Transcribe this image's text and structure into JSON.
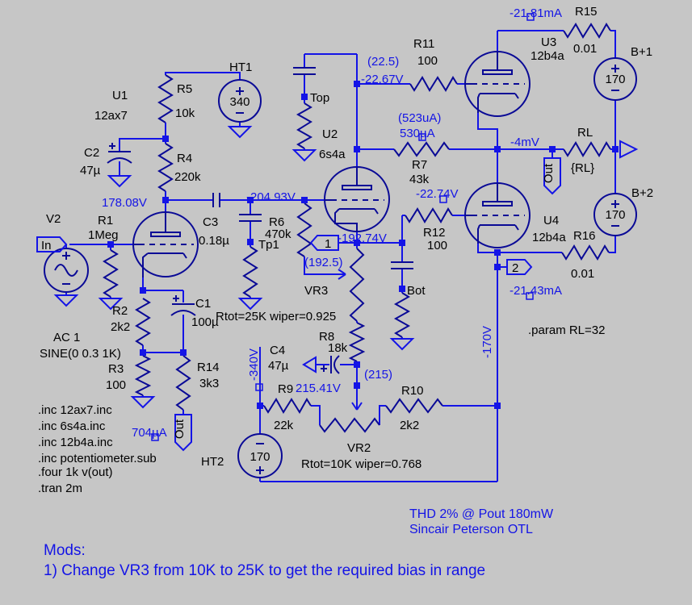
{
  "colors": {
    "background": "#c6c6c6",
    "wire_blue": "#1414e6",
    "component_navy": "#0a0a96",
    "label_black": "#000000"
  },
  "schematic": {
    "tubes": {
      "u1": {
        "ref": "U1",
        "model": "12ax7"
      },
      "u2": {
        "ref": "U2",
        "model": "6s4a"
      },
      "u3": {
        "ref": "U3",
        "model": "12b4a"
      },
      "u4": {
        "ref": "U4",
        "model": "12b4a"
      }
    },
    "resistors": {
      "r1": {
        "ref": "R1",
        "value": "1Meg"
      },
      "r2": {
        "ref": "R2",
        "value": "2k2"
      },
      "r3": {
        "ref": "R3",
        "value": "100"
      },
      "r4": {
        "ref": "R4",
        "value": "220k"
      },
      "r5": {
        "ref": "R5",
        "value": "10k"
      },
      "r6": {
        "ref": "R6",
        "value": "470k"
      },
      "r7": {
        "ref": "R7",
        "value": "43k"
      },
      "r8": {
        "ref": "R8",
        "value": "18k"
      },
      "r9": {
        "ref": "R9",
        "value": "22k"
      },
      "r10": {
        "ref": "R10",
        "value": "2k2"
      },
      "r11": {
        "ref": "R11",
        "value": "100"
      },
      "r12": {
        "ref": "R12",
        "value": "100"
      },
      "r14": {
        "ref": "R14",
        "value": "3k3"
      },
      "r15": {
        "ref": "R15",
        "value": "0.01"
      },
      "r16": {
        "ref": "R16",
        "value": "0.01"
      },
      "rl": {
        "ref": "RL",
        "value": "{RL}"
      }
    },
    "pots": {
      "vr2": {
        "ref": "VR2",
        "value": "Rtot=10K wiper=0.768"
      },
      "vr3": {
        "ref": "VR3",
        "value": "Rtot=25K wiper=0.925"
      }
    },
    "capacitors": {
      "c1": {
        "ref": "C1",
        "value": "100µ"
      },
      "c2": {
        "ref": "C2",
        "value": "47µ"
      },
      "c3": {
        "ref": "C3",
        "value": "0.18µ"
      },
      "c4": {
        "ref": "C4",
        "value": "47µ"
      }
    },
    "sources": {
      "v2": {
        "ref": "V2",
        "ac": "AC 1",
        "sine": "SINE(0 0.3 1K)"
      },
      "ht1": {
        "ref": "HT1",
        "value": "340"
      },
      "ht2": {
        "ref": "HT2",
        "value": "170"
      },
      "b1": {
        "ref": "B+1",
        "value": "170"
      },
      "b2": {
        "ref": "B+2",
        "value": "170"
      }
    },
    "flags": {
      "in": "In",
      "out": "Out",
      "node1": "1",
      "node2": "2",
      "top": "Top",
      "bot": "Bot",
      "tp1": "Tp1"
    },
    "readings": {
      "v178": "178.08V",
      "v204": "-204.93V",
      "g225": "(22.5)",
      "v2267": "-22.67V",
      "i523": "(523uA)",
      "i530": "530µA",
      "v4mv": "-4mV",
      "i2181": "-21.81mA",
      "v2274": "-22.74V",
      "v19274": "-192.74V",
      "g1925": "(192.5)",
      "g215": "(215)",
      "v21541": "215.41V",
      "v340": "-340V",
      "v170": "-170V",
      "i704": "704µA",
      "i2143": "-21.43mA"
    },
    "directives": [
      ".inc 12ax7.inc",
      ".inc 6s4a.inc",
      ".inc 12b4a.inc",
      ".inc potentiometer.sub",
      ".four 1k v(out)",
      ".tran 2m"
    ],
    "param": ".param RL=32",
    "notes": {
      "thd": "THD 2% @ Pout 180mW",
      "title": "Sincair Peterson OTL",
      "mods_heading": "Mods:",
      "mods_line1": "1) Change VR3 from 10K to 25K to get the required bias in range"
    }
  }
}
